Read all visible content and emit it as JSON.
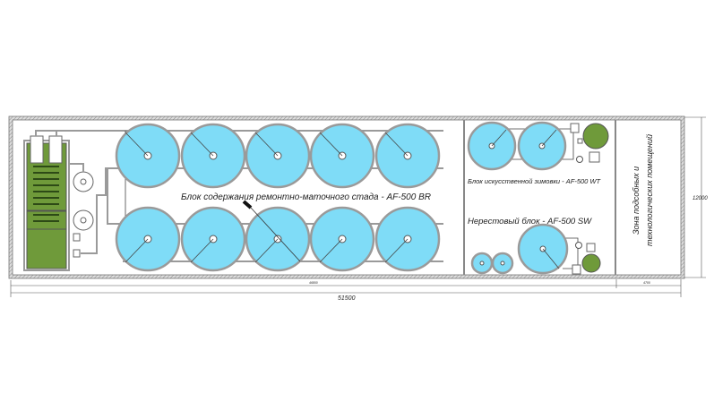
{
  "labels": {
    "broodstock_block": "Блок содержания ремонтно-маточного стада - AF-500 BR",
    "wintering_block": "Блок искусственной зимовки - AF-500 WT",
    "spawning_block": "Нерестовый блок - AF-500 SW",
    "auxiliary_zone_line1": "Зона подсобных и",
    "auxiliary_zone_line2": "технологических помещений"
  },
  "dimensions": {
    "total_length": "51500",
    "main_length": "46800",
    "aux_length": "4700",
    "width": "12000"
  },
  "colors": {
    "tank": "#7fdcf7",
    "filter": "#6f9a3a",
    "pipe": "#9a9a9a"
  }
}
